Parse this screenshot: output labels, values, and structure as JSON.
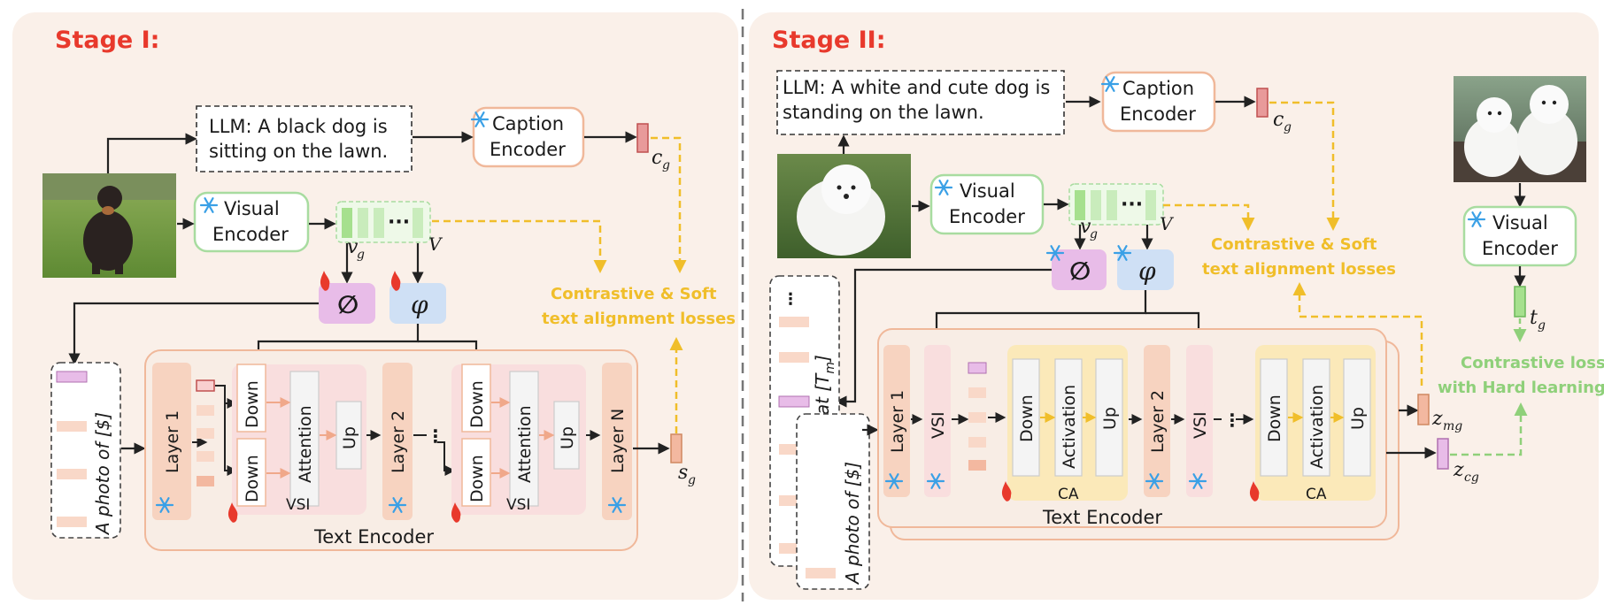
{
  "stage1": {
    "title": "Stage I:",
    "llm_line1": "LLM: A black dog is",
    "llm_line2": "sitting on the lawn.",
    "caption_encoder_1": "Caption",
    "caption_encoder_2": "Encoder",
    "visual_encoder_1": "Visual",
    "visual_encoder_2": "Encoder",
    "cg": "c",
    "cg_sub": "g",
    "vg": "v",
    "vg_sub": "g",
    "V": "V",
    "phi_empty": "∅",
    "phi": "φ",
    "loss_line1": "Contrastive & Soft",
    "loss_line2": "text alignment losses",
    "prompt": "A  photo  of  [$]",
    "dollar": "$",
    "layer1": "Layer 1",
    "layer2": "Layer 2",
    "layerN": "Layer N",
    "down": "Down",
    "attention": "Attention",
    "up": "Up",
    "vsi": "VSI",
    "text_encoder": "Text Encoder",
    "sg": "s",
    "sg_sub": "g"
  },
  "stage2": {
    "title": "Stage II:",
    "llm_line1": "LLM: A white and cute dog is",
    "llm_line2": "standing on the lawn.",
    "caption_encoder_1": "Caption",
    "caption_encoder_2": "Encoder",
    "visual_encoder_1": "Visual",
    "visual_encoder_2": "Encoder",
    "cg": "c",
    "cg_sub": "g",
    "vg": "v",
    "vg_sub": "g",
    "V": "V",
    "phi_empty": "∅",
    "phi": "φ",
    "loss_line1": "Contrastive & Soft",
    "loss_line2": "text alignment losses",
    "prompt_long": "A  photo  of  [$]  that  [T",
    "prompt_long_sub": "m",
    "prompt_short": "A  photo  of  [$]",
    "layer1": "Layer 1",
    "layer2": "Layer 2",
    "vsi": "VSI",
    "down": "Down",
    "activation": "Activation",
    "up": "Up",
    "ca": "CA",
    "text_encoder": "Text Encoder",
    "zmg": "z",
    "zmg_sub": "mg",
    "zcg": "z",
    "zcg_sub": "cg",
    "right_visual_1": "Visual",
    "right_visual_2": "Encoder",
    "tg": "t",
    "tg_sub": "g",
    "loss2_line1": "Contrastive loss",
    "loss2_line2": "with Hard learning"
  },
  "colors": {
    "stage_red": "#e8392c",
    "loss_yellow": "#f0be2a",
    "loss_green": "#8fd07a",
    "panel_bg": "#faf0e9",
    "encoder_border": "#f0b89a",
    "phi_pink": "#e8bce8",
    "phi_blue": "#cfe0f5"
  }
}
